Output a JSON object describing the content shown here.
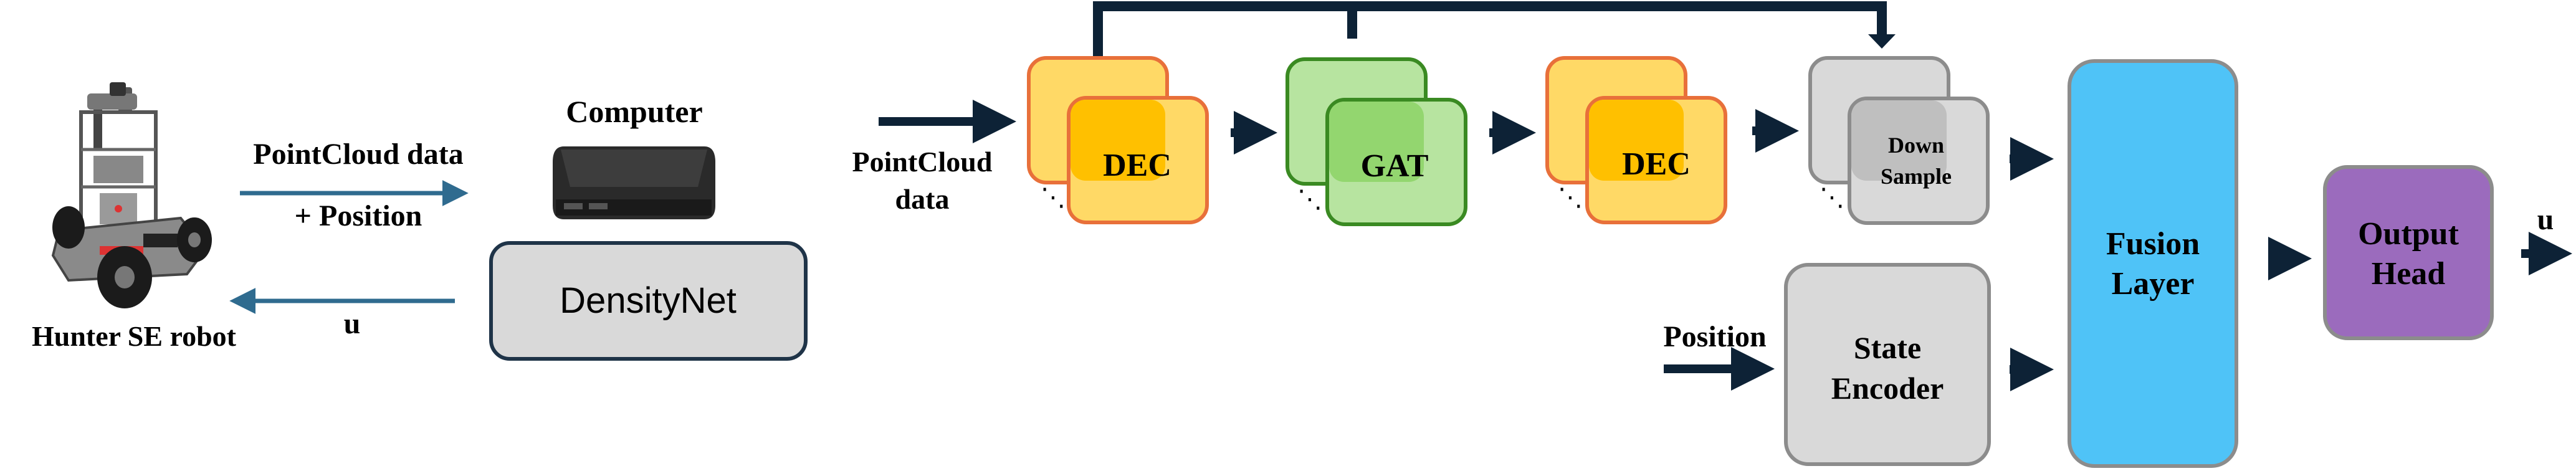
{
  "robot": {
    "label": "Hunter SE robot",
    "icon": "robot-photo-icon"
  },
  "left_flow": {
    "top_line1": "PointCloud data",
    "top_line2": "+ Position",
    "bottom": "u",
    "arrow_color": "#2f6b8f"
  },
  "computer": {
    "label": "Computer",
    "icon": "mini-pc-icon"
  },
  "densitynet": {
    "label": "DensityNet",
    "fill": "#d9d9d9",
    "border": "#1f3448"
  },
  "input": {
    "line1": "PointCloud",
    "line2": "data"
  },
  "blocks": {
    "dec1": {
      "label": "DEC",
      "back_fill": "#ffd966",
      "front_fill": "#ffd966",
      "overlap_fill": "#ffc000",
      "border": "#e8703a"
    },
    "gat": {
      "label": "GAT",
      "back_fill": "#b7e4a0",
      "front_fill": "#b7e4a0",
      "overlap_fill": "#93d66f",
      "border": "#3a8a22"
    },
    "dec2": {
      "label": "DEC",
      "back_fill": "#ffd966",
      "front_fill": "#ffd966",
      "overlap_fill": "#ffc000",
      "border": "#e8703a"
    },
    "down": {
      "line1": "Down",
      "line2": "Sample",
      "back_fill": "#d9d9d9",
      "front_fill": "#d9d9d9",
      "overlap_fill": "#bfbfbf",
      "border": "#8c8c8c"
    }
  },
  "position": {
    "label": "Position"
  },
  "state_encoder": {
    "line1": "State",
    "line2": "Encoder",
    "fill": "#d9d9d9",
    "border": "#8c8c8c"
  },
  "fusion": {
    "line1": "Fusion",
    "line2": "Layer",
    "fill": "#4fc3f7",
    "border": "#8c8c8c"
  },
  "output_head": {
    "line1": "Output",
    "line2": "Head",
    "fill": "#9b6bbd",
    "border": "#8c8c8c"
  },
  "output": {
    "label": "u"
  },
  "arrow_color": "#0d2236"
}
